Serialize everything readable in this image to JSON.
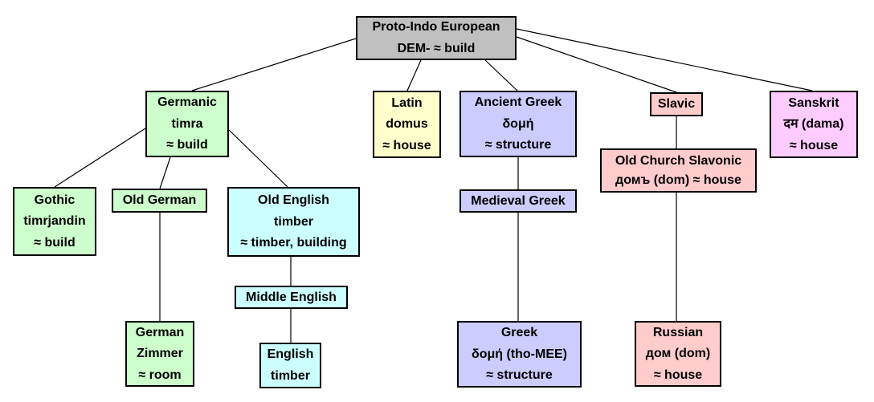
{
  "palette": {
    "root_gray": "#c0c0c0",
    "germanic_green": "#ccffcc",
    "latin_yellow": "#ffffcc",
    "greek_lavender": "#ccccff",
    "slavic_rose": "#ffcccc",
    "sanskrit_pink": "#ffccff",
    "english_cyan": "#ccffff",
    "border": "#000000",
    "background": "#ffffff"
  },
  "nodes": {
    "pie": {
      "lines": [
        "Proto-Indo European",
        "DEM- ≈ build"
      ]
    },
    "germanic": {
      "lines": [
        "Germanic",
        "timra",
        "≈ build"
      ]
    },
    "latin": {
      "lines": [
        "Latin",
        "domus",
        "≈ house"
      ]
    },
    "ancient_greek": {
      "lines": [
        "Ancient Greek",
        "δομή",
        "≈ structure"
      ]
    },
    "slavic": {
      "lines": [
        "Slavic"
      ]
    },
    "sanskrit": {
      "lines": [
        "Sanskrit",
        "दम (dama)",
        "≈ house"
      ]
    },
    "gothic": {
      "lines": [
        "Gothic",
        "timrjandin",
        "≈ build"
      ]
    },
    "old_german": {
      "lines": [
        "Old German"
      ]
    },
    "old_english": {
      "lines": [
        "Old English",
        "timber",
        "≈ timber, building"
      ]
    },
    "old_church_slavonic": {
      "lines": [
        "Old Church Slavonic",
        "домъ (dom) ≈ house"
      ]
    },
    "medieval_greek": {
      "lines": [
        "Medieval Greek"
      ]
    },
    "middle_english": {
      "lines": [
        "Middle English"
      ]
    },
    "german": {
      "lines": [
        "German",
        "Zimmer",
        "≈ room"
      ]
    },
    "english": {
      "lines": [
        "English",
        "timber"
      ]
    },
    "greek": {
      "lines": [
        "Greek",
        "δομή (tho-MEE)",
        "≈ structure"
      ]
    },
    "russian": {
      "lines": [
        "Russian",
        "дом (dom)",
        "≈ house"
      ]
    }
  },
  "edges": [
    {
      "from": "pie",
      "to": "germanic"
    },
    {
      "from": "pie",
      "to": "latin"
    },
    {
      "from": "pie",
      "to": "ancient_greek"
    },
    {
      "from": "pie",
      "to": "slavic"
    },
    {
      "from": "pie",
      "to": "sanskrit"
    },
    {
      "from": "germanic",
      "to": "gothic"
    },
    {
      "from": "germanic",
      "to": "old_german"
    },
    {
      "from": "germanic",
      "to": "old_english"
    },
    {
      "from": "old_german",
      "to": "german"
    },
    {
      "from": "old_english",
      "to": "middle_english"
    },
    {
      "from": "middle_english",
      "to": "english"
    },
    {
      "from": "ancient_greek",
      "to": "medieval_greek"
    },
    {
      "from": "medieval_greek",
      "to": "greek"
    },
    {
      "from": "slavic",
      "to": "old_church_slavonic"
    },
    {
      "from": "old_church_slavonic",
      "to": "russian"
    }
  ]
}
